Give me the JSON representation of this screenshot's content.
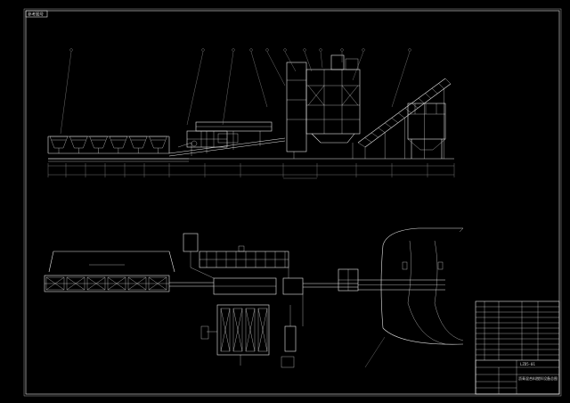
{
  "drawing": {
    "corner_tag": "参考图号",
    "title_block": {
      "drawing_number": "LZD5-01",
      "title": "沥青混合料搅拌设备总图"
    }
  },
  "colors": {
    "background": "#000000",
    "linework": "#e6e6e6",
    "dimension": "#8a8a8a"
  }
}
